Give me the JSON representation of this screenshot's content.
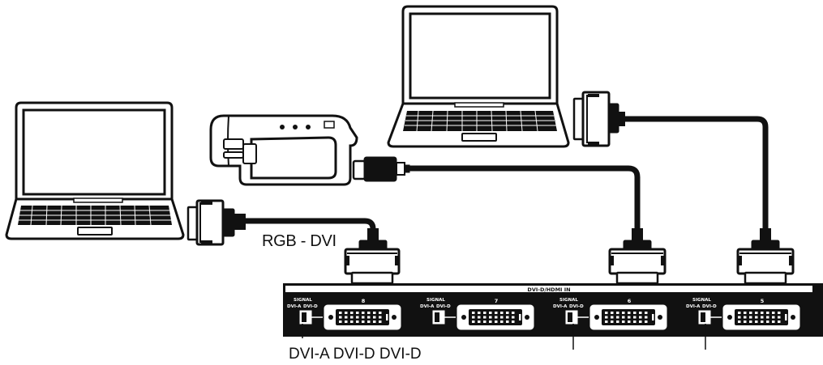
{
  "cable_label": "RGB - DVI",
  "bottom_label": "DVI-A DVI-D DVI-D",
  "panel": {
    "title": "DVI-D/HDMI IN",
    "ports": [
      {
        "number": "8",
        "signal_label": "SIGNAL",
        "switch_left": "DVI-A",
        "switch_right": "DVI-D"
      },
      {
        "number": "7",
        "signal_label": "SIGNAL",
        "switch_left": "DVI-A",
        "switch_right": "DVI-D"
      },
      {
        "number": "6",
        "signal_label": "SIGNAL",
        "switch_left": "DVI-A",
        "switch_right": "DVI-D"
      },
      {
        "number": "5",
        "signal_label": "SIGNAL",
        "switch_left": "DVI-A",
        "switch_right": "DVI-D"
      }
    ]
  },
  "devices": {
    "laptop_left": "laptop-icon",
    "laptop_right": "laptop-icon",
    "camcorder": "camcorder-icon"
  }
}
